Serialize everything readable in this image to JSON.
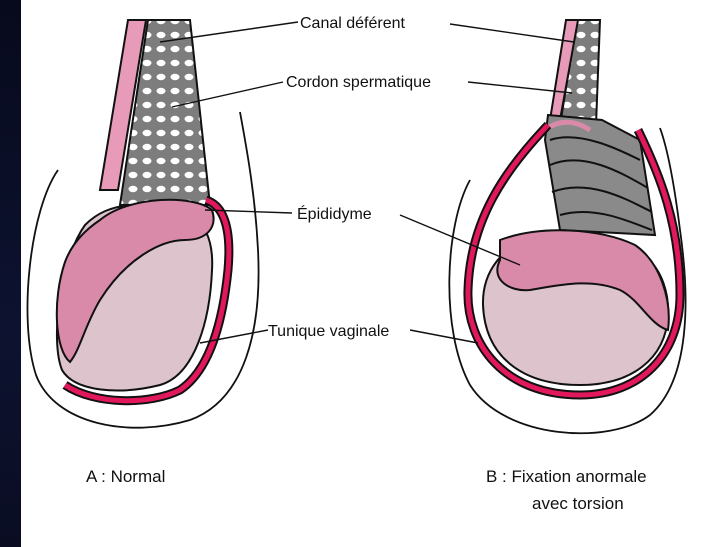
{
  "labels": {
    "canal_deferent": "Canal déférent",
    "cordon_spermatique": "Cordon spermatique",
    "epididyme": "Épididyme",
    "tunique_vaginale": "Tunique vaginale"
  },
  "captions": {
    "a": "A : Normal",
    "b_line1": "B : Fixation anormale",
    "b_line2": "avec torsion"
  },
  "colors": {
    "background_frame": "#0a0d22",
    "testis_fill": "#dcc3cc",
    "epididymis_fill": "#d98aa9",
    "tunica_red": "#e2185d",
    "cord_grey": "#8a8a8a",
    "outline": "#111111"
  }
}
